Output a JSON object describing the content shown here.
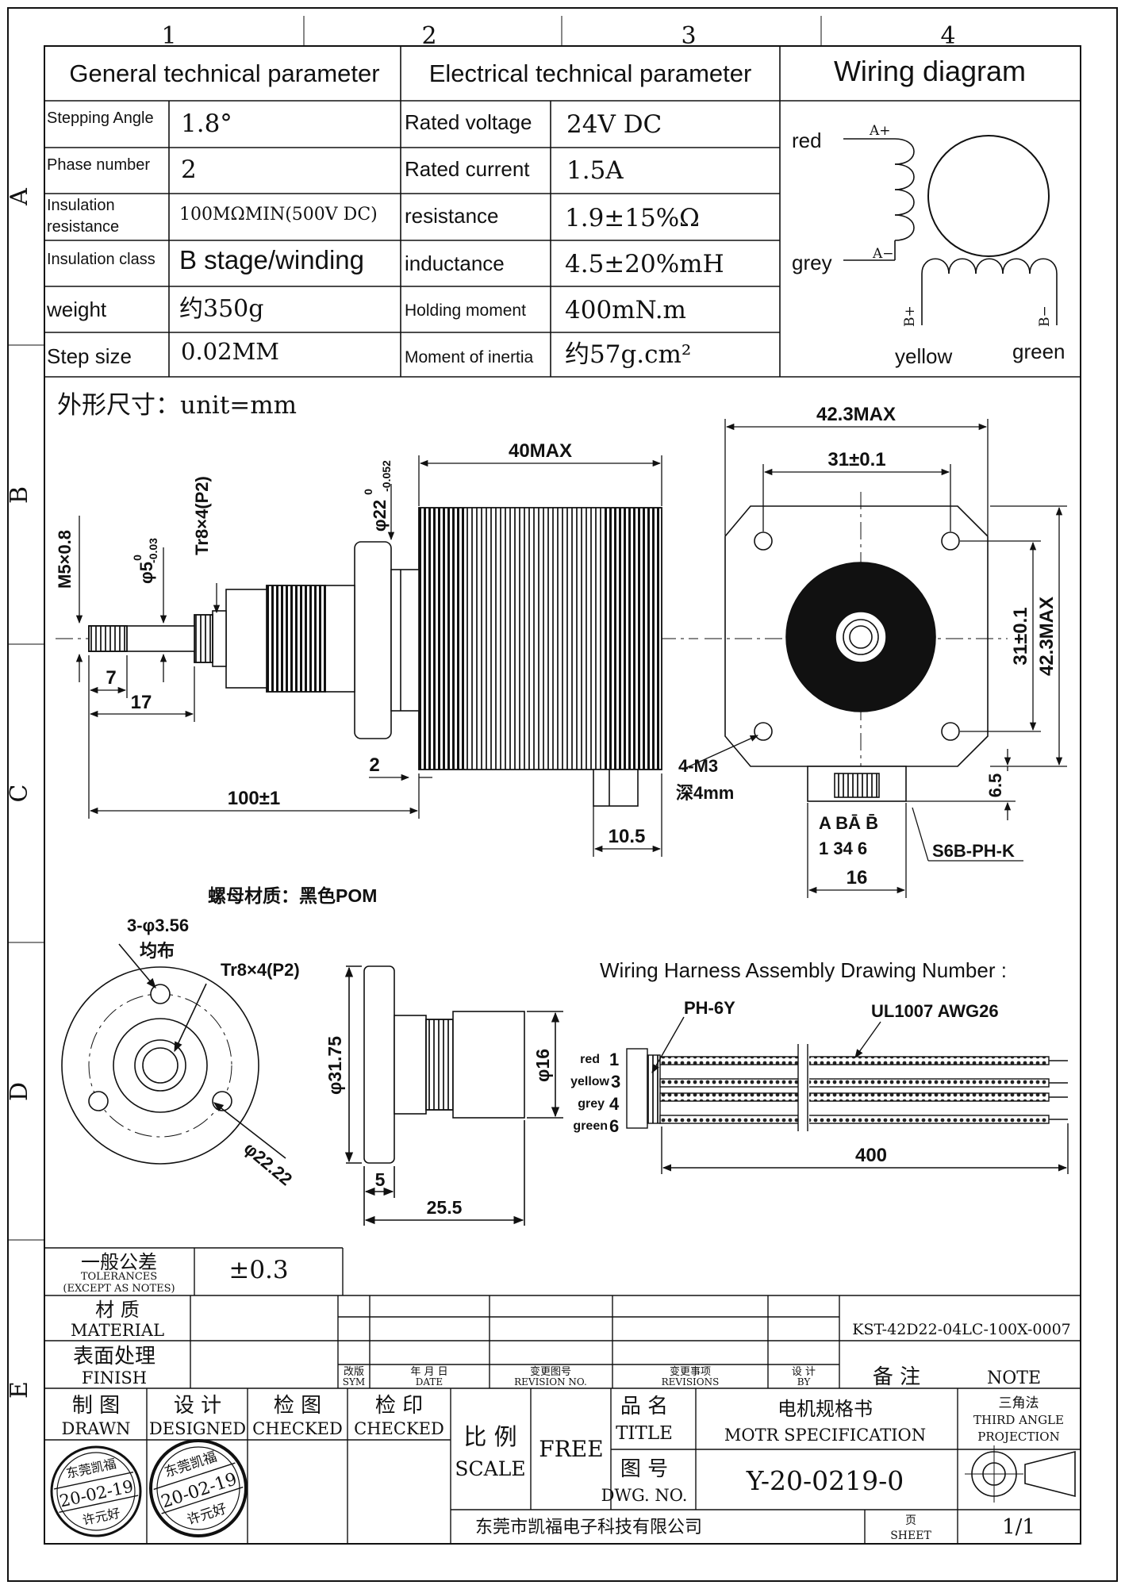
{
  "zones": {
    "columns": [
      "1",
      "2",
      "3",
      "4"
    ],
    "rows": [
      "A",
      "B",
      "C",
      "D",
      "E"
    ]
  },
  "spec": {
    "general_header": "General technical parameter",
    "electrical_header": "Electrical technical parameter",
    "wiring_header": "Wiring diagram",
    "general": [
      {
        "label": "Stepping Angle",
        "value": "1.8°"
      },
      {
        "label": "Phase number",
        "value": "2"
      },
      {
        "label": "Insulation resistance",
        "label_lines": [
          "Insulation",
          "resistance"
        ],
        "value": "100MΩMIN(500V DC)"
      },
      {
        "label": "Insulation class",
        "value": "B stage/winding"
      },
      {
        "label": "weight",
        "value": "约350g"
      },
      {
        "label": "Step size",
        "value": "0.02MM"
      }
    ],
    "electrical": [
      {
        "label": "Rated voltage",
        "value": "24V DC"
      },
      {
        "label": "Rated current",
        "value": "1.5A"
      },
      {
        "label": "resistance",
        "value": "1.9±15%Ω"
      },
      {
        "label": "inductance",
        "value": "4.5±20%mH"
      },
      {
        "label": "Holding moment",
        "value": "400mN.m"
      },
      {
        "label": "Moment of inertia",
        "value": "约57g.cm²"
      }
    ],
    "wiring": {
      "red": "red",
      "grey": "grey",
      "yellow": "yellow",
      "green": "green",
      "a_plus": "A+",
      "a_minus": "A−",
      "b_plus": "B+",
      "b_minus": "B−"
    }
  },
  "drawing": {
    "outline_title": "外形尺寸：unit=mm",
    "dims": {
      "body_length": "40MAX",
      "frame_size": "42.3MAX",
      "frame_size_v": "42.3MAX",
      "hole_pitch": "31±0.1",
      "hole_pitch_v": "31±0.1",
      "total_length": "100±1",
      "boss_gap": "2",
      "connector_w": "10.5",
      "connector_pitch": "16",
      "connector_h": "6.5",
      "tip_len": "7",
      "tip_len2": "17",
      "thread_end": "M5×0.8",
      "shaft_dia": "φ5",
      "shaft_dia_tol_up": "0",
      "shaft_dia_tol_dn": "-0.03",
      "lead_screw": "Tr8×4(P2)",
      "boss_dia": "φ22",
      "boss_dia_tol_up": "0",
      "boss_dia_tol_dn": "-0.052",
      "mount_holes": "4-M3",
      "mount_depth": "深4mm",
      "connector_model": "S6B-PH-K",
      "pin_letters": "A BĀ B̄",
      "pin_numbers": "1 34 6",
      "nut_material": "螺母材质：黑色POM",
      "nut_holes": "3-φ3.56",
      "nut_even": "均布",
      "nut_thread": "Tr8×4(P2)",
      "nut_pcd": "φ22.22",
      "nut_flange": "φ31.75",
      "nut_body": "φ16",
      "nut_flange_t": "5",
      "nut_len": "25.5"
    },
    "harness": {
      "title": "Wiring Harness Assembly Drawing Number :",
      "connector": "PH-6Y",
      "cable": "UL1007 AWG26",
      "length": "400",
      "wires": [
        {
          "name": "red",
          "pin": "1"
        },
        {
          "name": "yellow",
          "pin": "3"
        },
        {
          "name": "grey",
          "pin": "4"
        },
        {
          "name": "green",
          "pin": "6"
        }
      ]
    }
  },
  "title_block": {
    "tol_cn": "一般公差",
    "tol_en1": "TOLERANCES",
    "tol_en2": "(EXCEPT AS NOTES)",
    "tol_value": "±0.3",
    "material_cn": "材 质",
    "material_en": "MATERIAL",
    "finish_cn": "表面处理",
    "finish_en": "FINISH",
    "part_no": "KST-42D22-04LC-100X-0007",
    "rev_sym_cn": "改版",
    "rev_sym_en": "SYM",
    "date_cn": "年 月 日",
    "date_en": "DATE",
    "revno_cn": "变更图号",
    "revno_en": "REVISION NO.",
    "revs_cn": "变更事项",
    "revs_en": "REVISIONS",
    "by_cn": "设 计",
    "by_en": "BY",
    "note_cn": "备 注",
    "note_en": "NOTE",
    "drawn_cn": "制 图",
    "drawn_en": "DRAWN",
    "designed_cn": "设 计",
    "designed_en": "DESIGNED",
    "checked_cn": "检 图",
    "checked_en": "CHECKED",
    "checked2_cn": "检 印",
    "checked2_en": "CHECKED",
    "scale_cn": "比 例",
    "scale_en": "SCALE",
    "scale_value": "FREE",
    "title_cn": "品 名",
    "title_en": "TITLE",
    "title_value_cn": "电机规格书",
    "title_value_en": "MOTR SPECIFICATION",
    "dwg_cn": "图 号",
    "dwg_en": "DWG. NO.",
    "dwg_value": "Y-20-0219-0",
    "proj_cn": "三角法",
    "proj_en1": "THIRD ANGLE",
    "proj_en2": "PROJECTION",
    "company": "东莞市凯福电子科技有限公司",
    "sheet_cn": "页",
    "sheet_en": "SHEET",
    "sheet_value": "1/1",
    "stamp_top": "东莞凯福",
    "stamp_date": "20-02-19",
    "stamp_name": "许元好"
  }
}
